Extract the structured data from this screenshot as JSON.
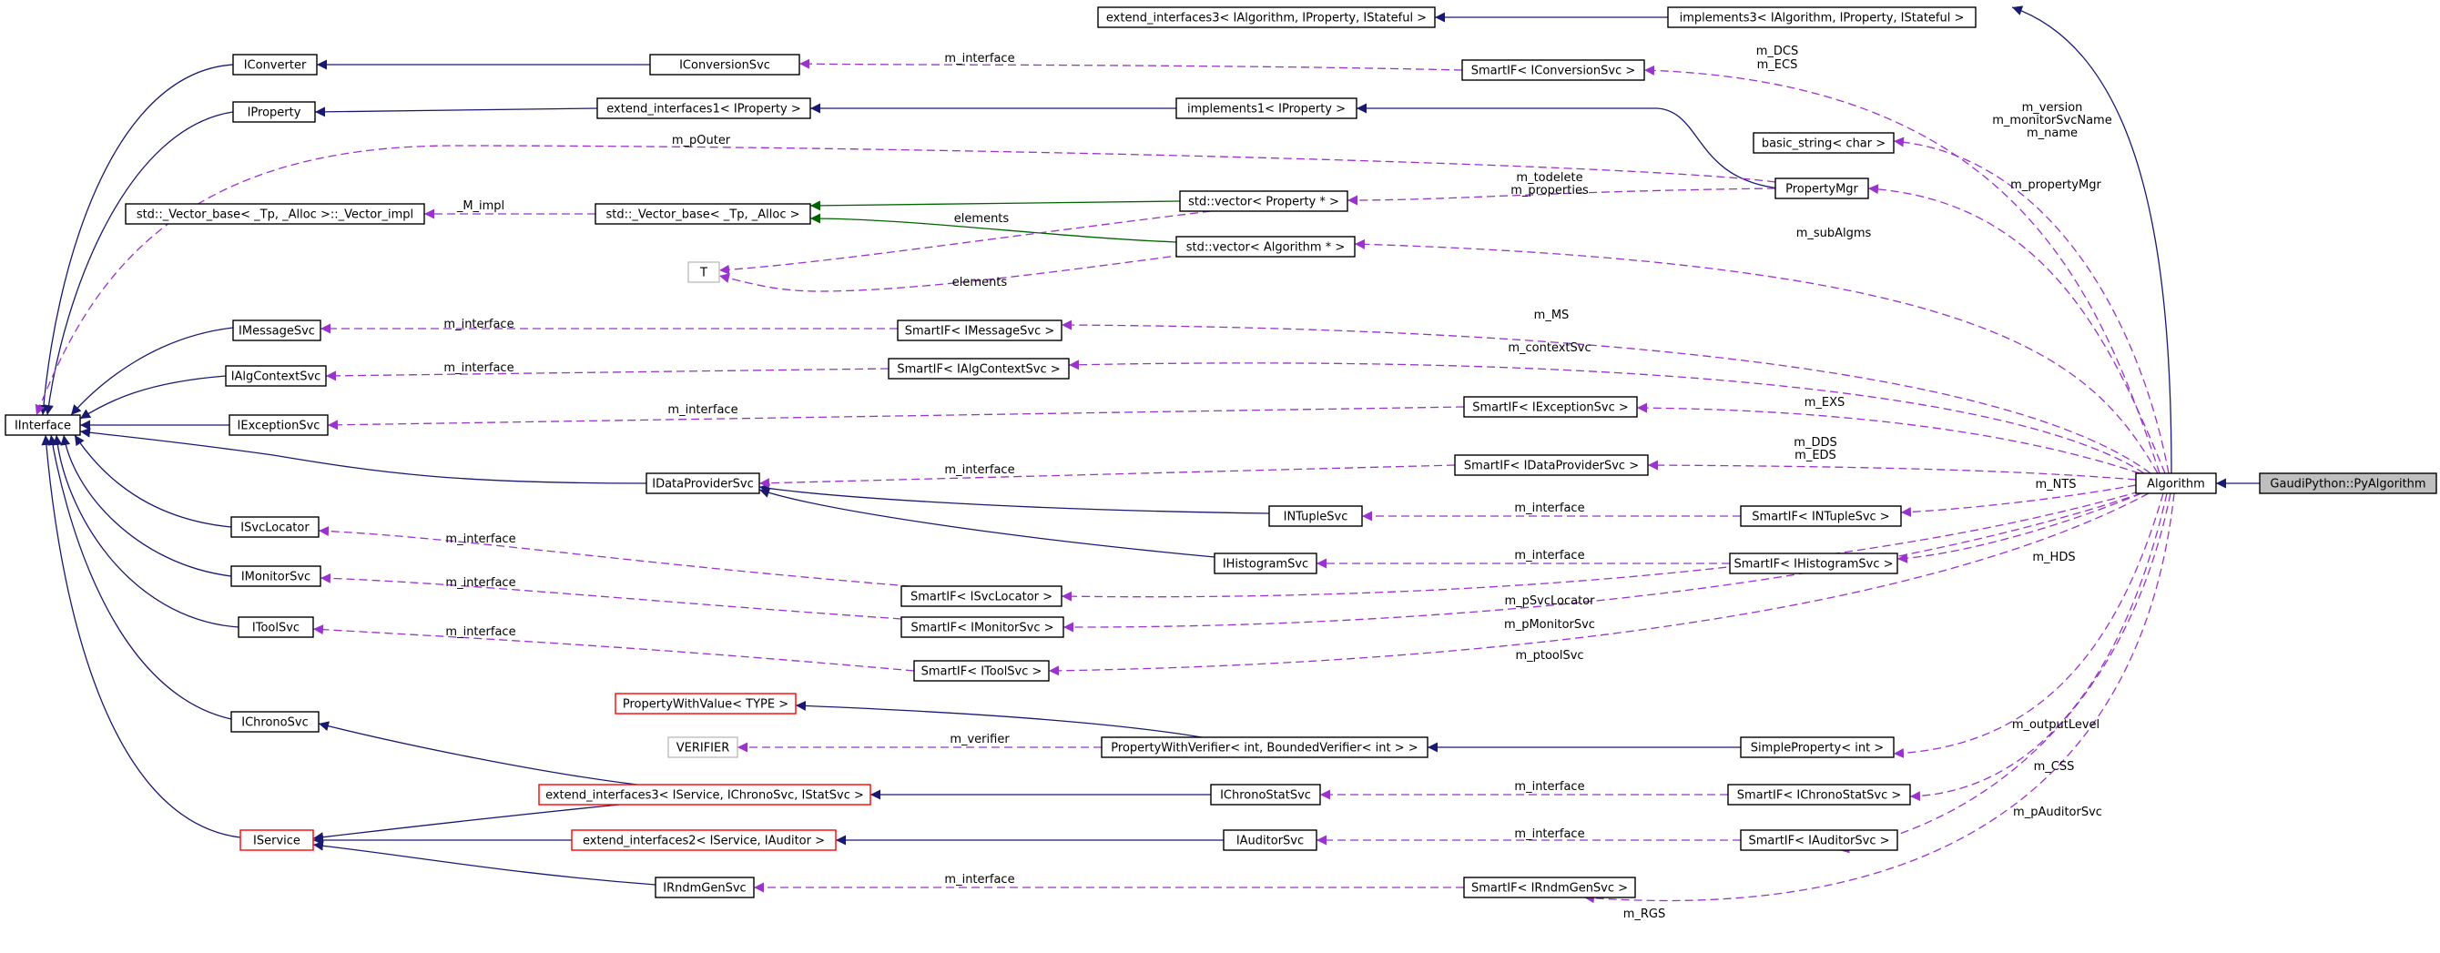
{
  "diagram": {
    "nodes": [
      {
        "id": "pyalg",
        "label": "GaudiPython::PyAlgorithm",
        "style": "focus"
      },
      {
        "id": "alg",
        "label": "Algorithm",
        "style": "normal"
      },
      {
        "id": "iinterface",
        "label": "IInterface",
        "style": "normal"
      },
      {
        "id": "iconverter",
        "label": "IConverter",
        "style": "normal"
      },
      {
        "id": "iproperty",
        "label": "IProperty",
        "style": "normal"
      },
      {
        "id": "iconvsvc",
        "label": "IConversionSvc",
        "style": "normal"
      },
      {
        "id": "extif1",
        "label": "extend_interfaces1< IProperty >",
        "style": "normal"
      },
      {
        "id": "impl1",
        "label": "implements1< IProperty >",
        "style": "normal"
      },
      {
        "id": "extif3a",
        "label": "extend_interfaces3< IAlgorithm, IProperty, IStateful >",
        "style": "normal"
      },
      {
        "id": "impl3",
        "label": "implements3< IAlgorithm, IProperty, IStateful >",
        "style": "normal"
      },
      {
        "id": "sm_conv",
        "label": "SmartIF< IConversionSvc >",
        "style": "normal"
      },
      {
        "id": "bstring",
        "label": "basic_string< char >",
        "style": "normal"
      },
      {
        "id": "vecimpl",
        "label": "std::_Vector_base< _Tp, _Alloc >::_Vector_impl",
        "style": "normal"
      },
      {
        "id": "vecbase",
        "label": "std::_Vector_base< _Tp, _Alloc >",
        "style": "normal"
      },
      {
        "id": "vecprop",
        "label": "std::vector< Property * >",
        "style": "normal"
      },
      {
        "id": "vecalg",
        "label": "std::vector< Algorithm * >",
        "style": "normal"
      },
      {
        "id": "propmgr",
        "label": "PropertyMgr",
        "style": "normal"
      },
      {
        "id": "T",
        "label": "T",
        "style": "gray"
      },
      {
        "id": "imsgsvc",
        "label": "IMessageSvc",
        "style": "normal"
      },
      {
        "id": "sm_msg",
        "label": "SmartIF< IMessageSvc >",
        "style": "normal"
      },
      {
        "id": "ialgctx",
        "label": "IAlgContextSvc",
        "style": "normal"
      },
      {
        "id": "sm_algctx",
        "label": "SmartIF< IAlgContextSvc >",
        "style": "normal"
      },
      {
        "id": "iexcsvc",
        "label": "IExceptionSvc",
        "style": "normal"
      },
      {
        "id": "sm_exc",
        "label": "SmartIF< IExceptionSvc >",
        "style": "normal"
      },
      {
        "id": "idpsvc",
        "label": "IDataProviderSvc",
        "style": "normal"
      },
      {
        "id": "sm_dp",
        "label": "SmartIF< IDataProviderSvc >",
        "style": "normal"
      },
      {
        "id": "intuple",
        "label": "INTupleSvc",
        "style": "normal"
      },
      {
        "id": "sm_ntuple",
        "label": "SmartIF< INTupleSvc >",
        "style": "normal"
      },
      {
        "id": "ihisto",
        "label": "IHistogramSvc",
        "style": "normal"
      },
      {
        "id": "sm_histo",
        "label": "SmartIF< IHistogramSvc >",
        "style": "normal"
      },
      {
        "id": "isvcloc",
        "label": "ISvcLocator",
        "style": "normal"
      },
      {
        "id": "sm_svcloc",
        "label": "SmartIF< ISvcLocator >",
        "style": "normal"
      },
      {
        "id": "imon",
        "label": "IMonitorSvc",
        "style": "normal"
      },
      {
        "id": "sm_mon",
        "label": "SmartIF< IMonitorSvc >",
        "style": "normal"
      },
      {
        "id": "itool",
        "label": "IToolSvc",
        "style": "normal"
      },
      {
        "id": "sm_tool",
        "label": "SmartIF< IToolSvc >",
        "style": "normal"
      },
      {
        "id": "pwv",
        "label": "PropertyWithValue< TYPE >",
        "style": "red"
      },
      {
        "id": "ichrono",
        "label": "IChronoSvc",
        "style": "normal"
      },
      {
        "id": "verifier",
        "label": "VERIFIER",
        "style": "gray"
      },
      {
        "id": "pwver",
        "label": "PropertyWithVerifier< int, BoundedVerifier< int > >",
        "style": "normal"
      },
      {
        "id": "simpleprop",
        "label": "SimpleProperty< int >",
        "style": "normal"
      },
      {
        "id": "extif3b",
        "label": "extend_interfaces3< IService, IChronoSvc, IStatSvc >",
        "style": "red"
      },
      {
        "id": "ichronostat",
        "label": "IChronoStatSvc",
        "style": "normal"
      },
      {
        "id": "sm_chronostat",
        "label": "SmartIF< IChronoStatSvc >",
        "style": "normal"
      },
      {
        "id": "iservice",
        "label": "IService",
        "style": "red"
      },
      {
        "id": "extif2",
        "label": "extend_interfaces2< IService, IAuditor >",
        "style": "red"
      },
      {
        "id": "iauditor",
        "label": "IAuditorSvc",
        "style": "normal"
      },
      {
        "id": "sm_auditor",
        "label": "SmartIF< IAuditorSvc >",
        "style": "normal"
      },
      {
        "id": "irndm",
        "label": "IRndmGenSvc",
        "style": "normal"
      },
      {
        "id": "sm_rndm",
        "label": "SmartIF< IRndmGenSvc >",
        "style": "normal"
      }
    ],
    "edge_labels": {
      "m_interface": "m_interface",
      "m_DCS": "m_DCS",
      "m_ECS": "m_ECS",
      "m_version": "m_version",
      "m_monitorSvcName": "m_monitorSvcName",
      "m_name": "m_name",
      "m_pOuter": "m_pOuter",
      "m_propertyMgr": "m_propertyMgr",
      "M_impl": "_M_impl",
      "m_todelete": "m_todelete",
      "m_properties": "m_properties",
      "elements": "elements",
      "m_subAlgms": "m_subAlgms",
      "m_MS": "m_MS",
      "m_contextSvc": "m_contextSvc",
      "m_EXS": "m_EXS",
      "m_DDS": "m_DDS",
      "m_EDS": "m_EDS",
      "m_NTS": "m_NTS",
      "m_HDS": "m_HDS",
      "m_pSvcLocator": "m_pSvcLocator",
      "m_pMonitorSvc": "m_pMonitorSvc",
      "m_ptoolSvc": "m_ptoolSvc",
      "m_verifier": "m_verifier",
      "m_outputLevel": "m_outputLevel",
      "m_CSS": "m_CSS",
      "m_pAuditorSvc": "m_pAuditorSvc",
      "m_RGS": "m_RGS"
    },
    "colors": {
      "inheritance": "#191970",
      "usage": "#9a32cd",
      "template": "#006400",
      "focus_fill": "#bfbfbf",
      "red_border": "#ff0000",
      "gray_border": "#bfbfbf"
    }
  }
}
